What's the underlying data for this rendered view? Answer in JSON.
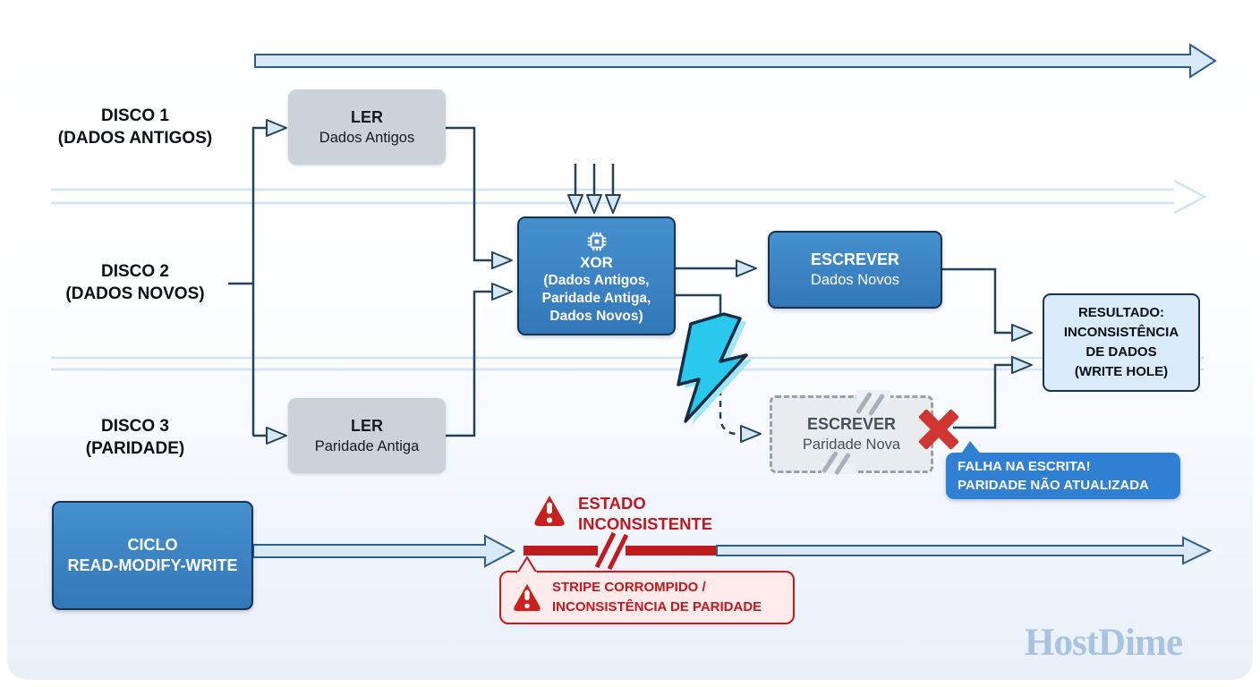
{
  "colors": {
    "node_blue": "#3a86c8",
    "callout_blue": "#2f80d2",
    "gray_box": "#cbd2da",
    "dashed_box": "#e9ecef",
    "alert_red": "#c1191e",
    "line_dark": "#24425c",
    "faint_flow_blue": "#cfe4f6",
    "bolt_cyan": "#29c9ee",
    "watermark_blue": "#a9c4e1"
  },
  "disks": [
    {
      "line1": "DISCO 1",
      "line2": "(DADOS ANTIGOS)"
    },
    {
      "line1": "DISCO 2",
      "line2": "(DADOS NOVOS)"
    },
    {
      "line1": "DISCO 3",
      "line2": "(PARIDADE)"
    }
  ],
  "nodes": {
    "read_old_data": {
      "title": "LER",
      "subtitle": "Dados Antigos"
    },
    "read_old_parity": {
      "title": "LER",
      "subtitle": "Paridade Antiga"
    },
    "xor": {
      "icon": "cpu-chip-icon",
      "title": "XOR",
      "line2": "(Dados Antigos,",
      "line3": "Paridade Antiga,",
      "line4": "Dados Novos)"
    },
    "write_new_data": {
      "title": "ESCREVER",
      "subtitle": "Dados Novos"
    },
    "write_new_parity": {
      "title": "ESCREVER",
      "subtitle": "Paridade Nova"
    },
    "result": {
      "line1": "RESULTADO:",
      "line2": "INCONSISTÊNCIA",
      "line3": "DE DADOS",
      "line4": "(WRITE HOLE)"
    },
    "cycle": {
      "line1": "CICLO",
      "line2": "READ-MODIFY-WRITE"
    }
  },
  "callouts": {
    "write_failure": {
      "line1": "FALHA NA ESCRITA!",
      "line2": "PARIDADE NÃO ATUALIZADA"
    },
    "inconsistent_state": {
      "line1": "ESTADO",
      "line2": "INCONSISTENTE"
    },
    "corrupted_stripe": {
      "line1": "STRIPE CORROMPIDO /",
      "line2": "INCONSISTÊNCIA DE PARIDADE"
    }
  },
  "icons": {
    "cpu_chip": "cpu-chip-icon",
    "lightning": "lightning-bolt-icon",
    "failure_x": "failure-x-icon",
    "warning": "warning-triangle-icon"
  },
  "brand": {
    "watermark": "HostDime"
  }
}
